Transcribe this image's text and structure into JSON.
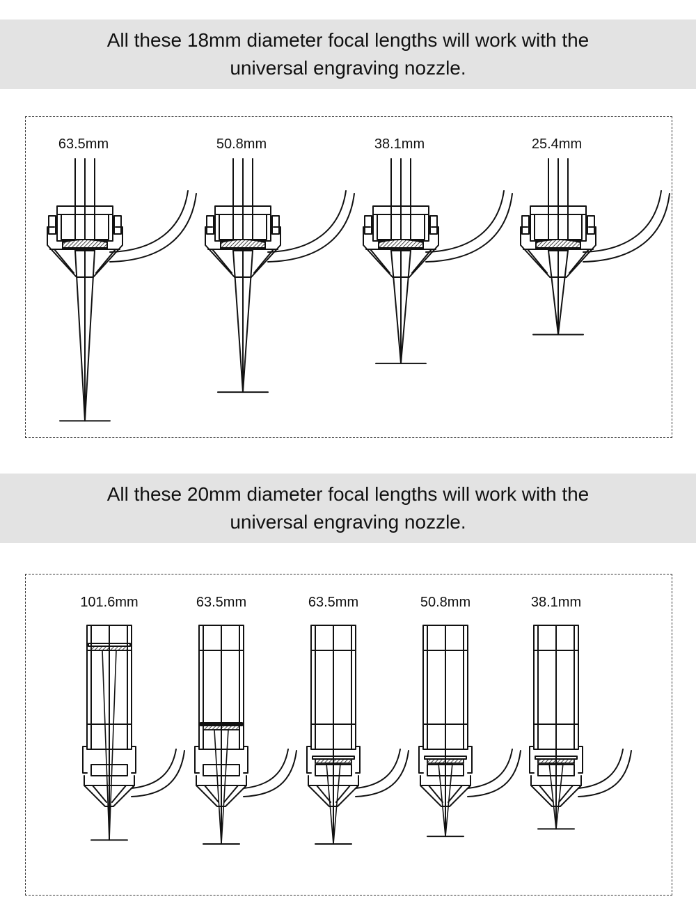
{
  "sections": [
    {
      "heading": [
        "All these 18mm diameter focal lengths will work with the",
        "universal engraving nozzle."
      ],
      "lenses": [
        "63.5mm",
        "50.8mm",
        "38.1mm",
        "25.4mm"
      ],
      "focus_depths": [
        63.5,
        50.8,
        38.1,
        25.4
      ]
    },
    {
      "heading": [
        "All these 20mm diameter focal lengths will work with the",
        "universal engraving nozzle."
      ],
      "lenses": [
        "101.6mm",
        "63.5mm",
        "63.5mm",
        "50.8mm",
        "38.1mm"
      ],
      "focus_depths": [
        101.6,
        63.5,
        63.5,
        50.8,
        38.1
      ]
    }
  ]
}
